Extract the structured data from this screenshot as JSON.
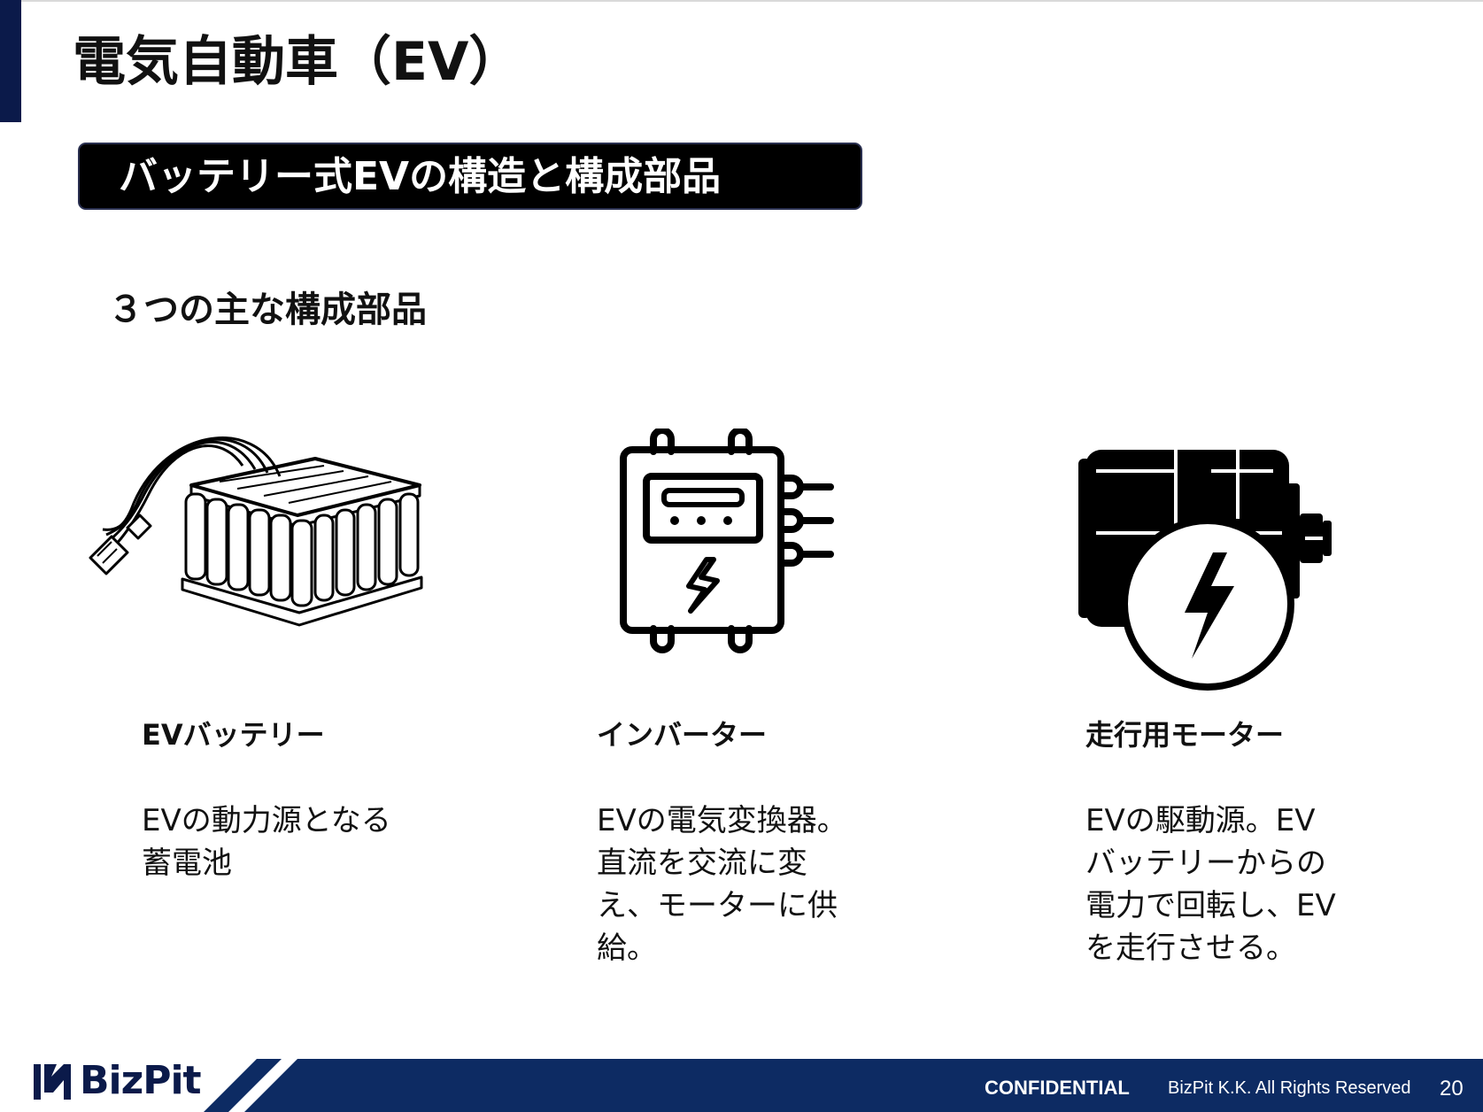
{
  "slide": {
    "title": "電気自動車（EV）",
    "banner": "バッテリー式EVの構造と構成部品",
    "subheading": "３つの主な構成部品"
  },
  "components": [
    {
      "icon": "battery-pack-icon",
      "title": "EVバッテリー",
      "description": "EVの動力源となる\n蓄電池"
    },
    {
      "icon": "inverter-icon",
      "title": "インバーター",
      "description": "EVの電気変換器。\n直流を交流に変\nえ、モーターに供\n給。"
    },
    {
      "icon": "electric-motor-icon",
      "title": "走行用モーター",
      "description": "EVの駆動源。EV\nバッテリーからの\n電力で回転し、EV\nを走行させる。"
    }
  ],
  "footer": {
    "logo_text": "BizPit",
    "confidential": "CONFIDENTIAL",
    "rights": "BizPit K.K. All Rights Reserved",
    "page_number": "20"
  },
  "colors": {
    "navy": "#0b1a4a",
    "footer_bar": "#0d2b63",
    "banner_bg": "#000000",
    "text": "#111111"
  }
}
